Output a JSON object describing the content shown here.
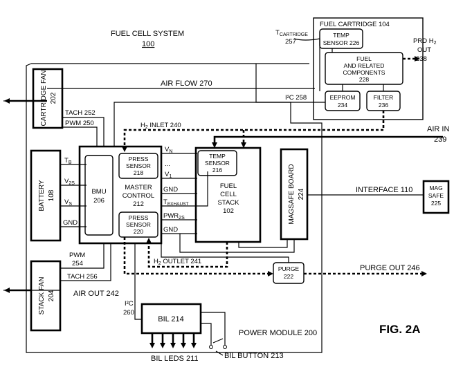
{
  "title": "FUEL CELL SYSTEM",
  "title_ref": "100",
  "fig_label": "FIG. 2A",
  "fuel_cartridge": {
    "title": "FUEL CARTRIDGE 104",
    "t_cartridge": "T",
    "t_cartridge_sub": "CARTRIDGE",
    "t_cartridge_ref": "257",
    "temp_sensor": [
      "TEMP",
      "SENSOR 226"
    ],
    "fuel_components": [
      "FUEL",
      "AND RELATED",
      "COMPONENTS",
      "228"
    ],
    "eeprom": [
      "EEPROM",
      "234"
    ],
    "filter": [
      "FILTER",
      "236"
    ],
    "prd": [
      "PRD H",
      "2",
      "OUT",
      "238"
    ]
  },
  "labels": {
    "air_flow": "AIR FLOW 270",
    "i2c_258": "I²C 258",
    "h2_inlet_pre": "H",
    "h2_inlet_sub": "2",
    "h2_inlet_post": " INLET 240",
    "air_in": [
      "AIR IN",
      "239"
    ],
    "tach_252": "TACH 252",
    "pwm_250": "PWM 250",
    "interface": "INTERFACE 110",
    "purge_out": "PURGE OUT 246",
    "h2_outlet_pre": "H",
    "h2_outlet_sub": "2",
    "h2_outlet_post": " OUTLET 241",
    "pwm_254": [
      "PWM",
      "254"
    ],
    "tach_256": "TACH 256",
    "air_out": "AIR OUT 242",
    "i2c_260": [
      "I²C",
      "260"
    ],
    "power_module": "POWER MODULE 200",
    "bil_leds": "BIL LEDS 211",
    "bil_button": "BIL BUTTON 213"
  },
  "cartridge_fan": [
    "CARTRIDGE FAN",
    "202"
  ],
  "battery": [
    "BATTERY",
    "108"
  ],
  "battery_pins": {
    "tb": "T",
    "tb_sub": "B",
    "v2s": "V",
    "v2s_sub": "2S",
    "vs": "V",
    "vs_sub": "S",
    "gnd": "GND"
  },
  "bmu": [
    "BMU",
    "206"
  ],
  "master_control": [
    "MASTER",
    "CONTROL",
    "212"
  ],
  "press_sensor_218": [
    "PRESS",
    "SENSOR",
    "218"
  ],
  "press_sensor_220": [
    "PRESS",
    "SENSOR",
    "220"
  ],
  "stack_pins": {
    "vn": "V",
    "vn_sub": "N",
    "dots": "...",
    "v1": "V",
    "v1_sub": "1",
    "gnd1": "GND",
    "texhaust": "T",
    "texhaust_sub": "EXHAUST",
    "pwr": "PWR",
    "pwr_sub": "2S",
    "gnd2": "GND"
  },
  "temp_sensor_216": [
    "TEMP",
    "SENSOR",
    "216"
  ],
  "fuel_cell_stack": [
    "FUEL",
    "CELL",
    "STACK",
    "102"
  ],
  "magsafe_board": [
    "MAGSAFE BOARD",
    "224"
  ],
  "mag_safe": [
    "MAG",
    "SAFE",
    "225"
  ],
  "purge": [
    "PURGE",
    "222"
  ],
  "stack_fan": [
    "STACK FAN",
    "204"
  ],
  "bil": "BIL 214"
}
